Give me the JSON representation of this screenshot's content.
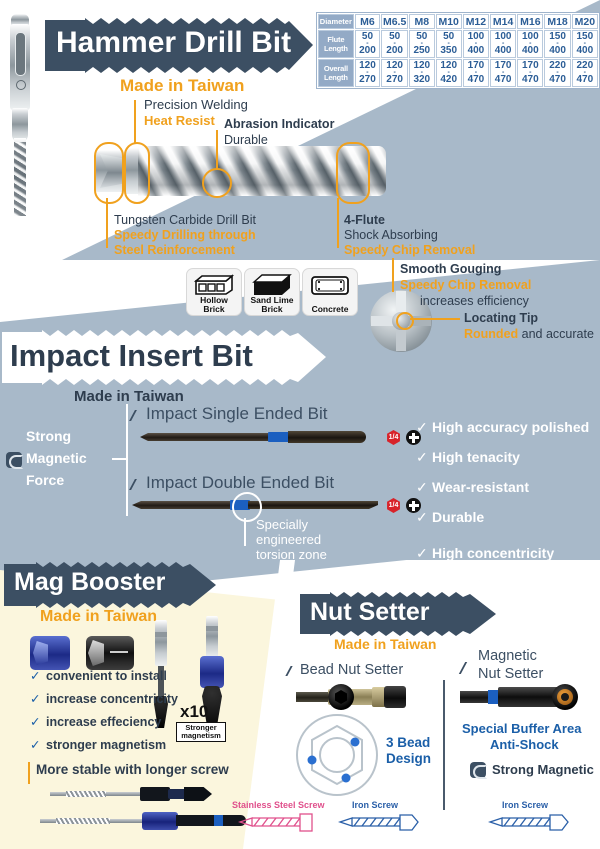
{
  "hammer": {
    "title": "Hammer Drill Bit",
    "made_in": "Made in Taiwan",
    "spec_table": {
      "row_labels": [
        "Diameter",
        "Flute Length",
        "Overall Length"
      ],
      "row_label_lines": [
        [
          "Diameter"
        ],
        [
          "Flute",
          "Length"
        ],
        [
          "Overall",
          "Length"
        ]
      ],
      "diameters": [
        "M6",
        "M6.5",
        "M8",
        "M10",
        "M12",
        "M14",
        "M16",
        "M18",
        "M20"
      ],
      "flute_length_min": [
        "50",
        "50",
        "50",
        "50",
        "100",
        "100",
        "100",
        "150",
        "150"
      ],
      "flute_length_max": [
        "200",
        "200",
        "250",
        "350",
        "400",
        "400",
        "400",
        "400",
        "400"
      ],
      "overall_length_min": [
        "120",
        "120",
        "120",
        "120",
        "170",
        "170",
        "170",
        "220",
        "220"
      ],
      "overall_length_max": [
        "270",
        "270",
        "320",
        "420",
        "470",
        "470",
        "470",
        "470",
        "470"
      ]
    },
    "callouts": {
      "precision_welding": "Precision Welding",
      "heat_resist": "Heat Resist",
      "abrasion_indicator": "Abrasion Indicator",
      "durable": "Durable",
      "tungsten": "Tungsten Carbide Drill Bit",
      "speedy_drilling": "Speedy Drilling through",
      "steel_reinforcement": "Steel Reinforcement",
      "four_flute": "4-Flute",
      "shock_absorbing": "Shock Absorbing",
      "speedy_chip_removal": "Speedy Chip Removal",
      "smooth_gouging": "Smooth Gouging",
      "speedy_chip_removal_2": "Speedy Chip Removal",
      "increases_efficiency": "increases efficiency",
      "locating_tip": "Locating Tip",
      "rounded": "Rounded",
      "and_accurate": " and accurate"
    },
    "materials": [
      {
        "icon": "hollow-brick-icon",
        "line1": "Hollow",
        "line2": "Brick"
      },
      {
        "icon": "sand-lime-brick-icon",
        "line1": "Sand Lime",
        "line2": "Brick"
      },
      {
        "icon": "concrete-icon",
        "line1": "Concrete",
        "line2": ""
      }
    ]
  },
  "impact": {
    "title": "Impact Insert Bit",
    "made_in": "Made in Taiwan",
    "magnetic_force": [
      "Strong",
      "Magnetic",
      "Force"
    ],
    "products": [
      {
        "label": "Impact Single Ended Bit",
        "size_badge": "1/4",
        "drive_icon": "phillips-icon"
      },
      {
        "label": "Impact Double Ended Bit",
        "size_badge": "1/4",
        "drive_icon": "phillips-icon"
      }
    ],
    "torsion_note": [
      "Specially",
      "engineered",
      "torsion zone"
    ],
    "features": [
      "High accuracy polished",
      "High tenacity",
      "Wear-resistant",
      "Durable",
      "High concentricity"
    ]
  },
  "mag_booster": {
    "title": "Mag Booster",
    "made_in": "Made in Taiwan",
    "features": [
      "convenient to install",
      "increase concentricity",
      "increase effeciency",
      "stronger magnetism"
    ],
    "x10": "x10",
    "stronger_magnetism": [
      "Stronger",
      "magnetism"
    ],
    "footer": "More stable with longer screw"
  },
  "nut_setter": {
    "title": "Nut Setter",
    "made_in": "Made in Taiwan",
    "bead": {
      "label": "Bead Nut Setter",
      "design_line1": "3 Bead",
      "design_line2": "Design",
      "screws": [
        {
          "label": "Stainless Steel Screw",
          "color": "#e0508c"
        },
        {
          "label": "Iron Screw",
          "color": "#2a5fa8"
        }
      ]
    },
    "magnetic": {
      "label_line1": "Magnetic",
      "label_line2": "Nut Setter",
      "buffer_line1": "Special Buffer Area",
      "buffer_line2": "Anti-Shock",
      "strong_magnetic": "Strong Magnetic",
      "screws": [
        {
          "label": "Iron Screw",
          "color": "#2a5fa8"
        }
      ]
    }
  },
  "colors": {
    "orange": "#f0a11e",
    "navy": "#2e3d4e",
    "impact_bg": "#a8b9c9",
    "mag_bg": "#fbf6dd",
    "table_header": "#93aac6",
    "table_text": "#2b5d96",
    "red_badge": "#d8232a",
    "pink": "#e0508c",
    "blue": "#2a5fa8"
  }
}
